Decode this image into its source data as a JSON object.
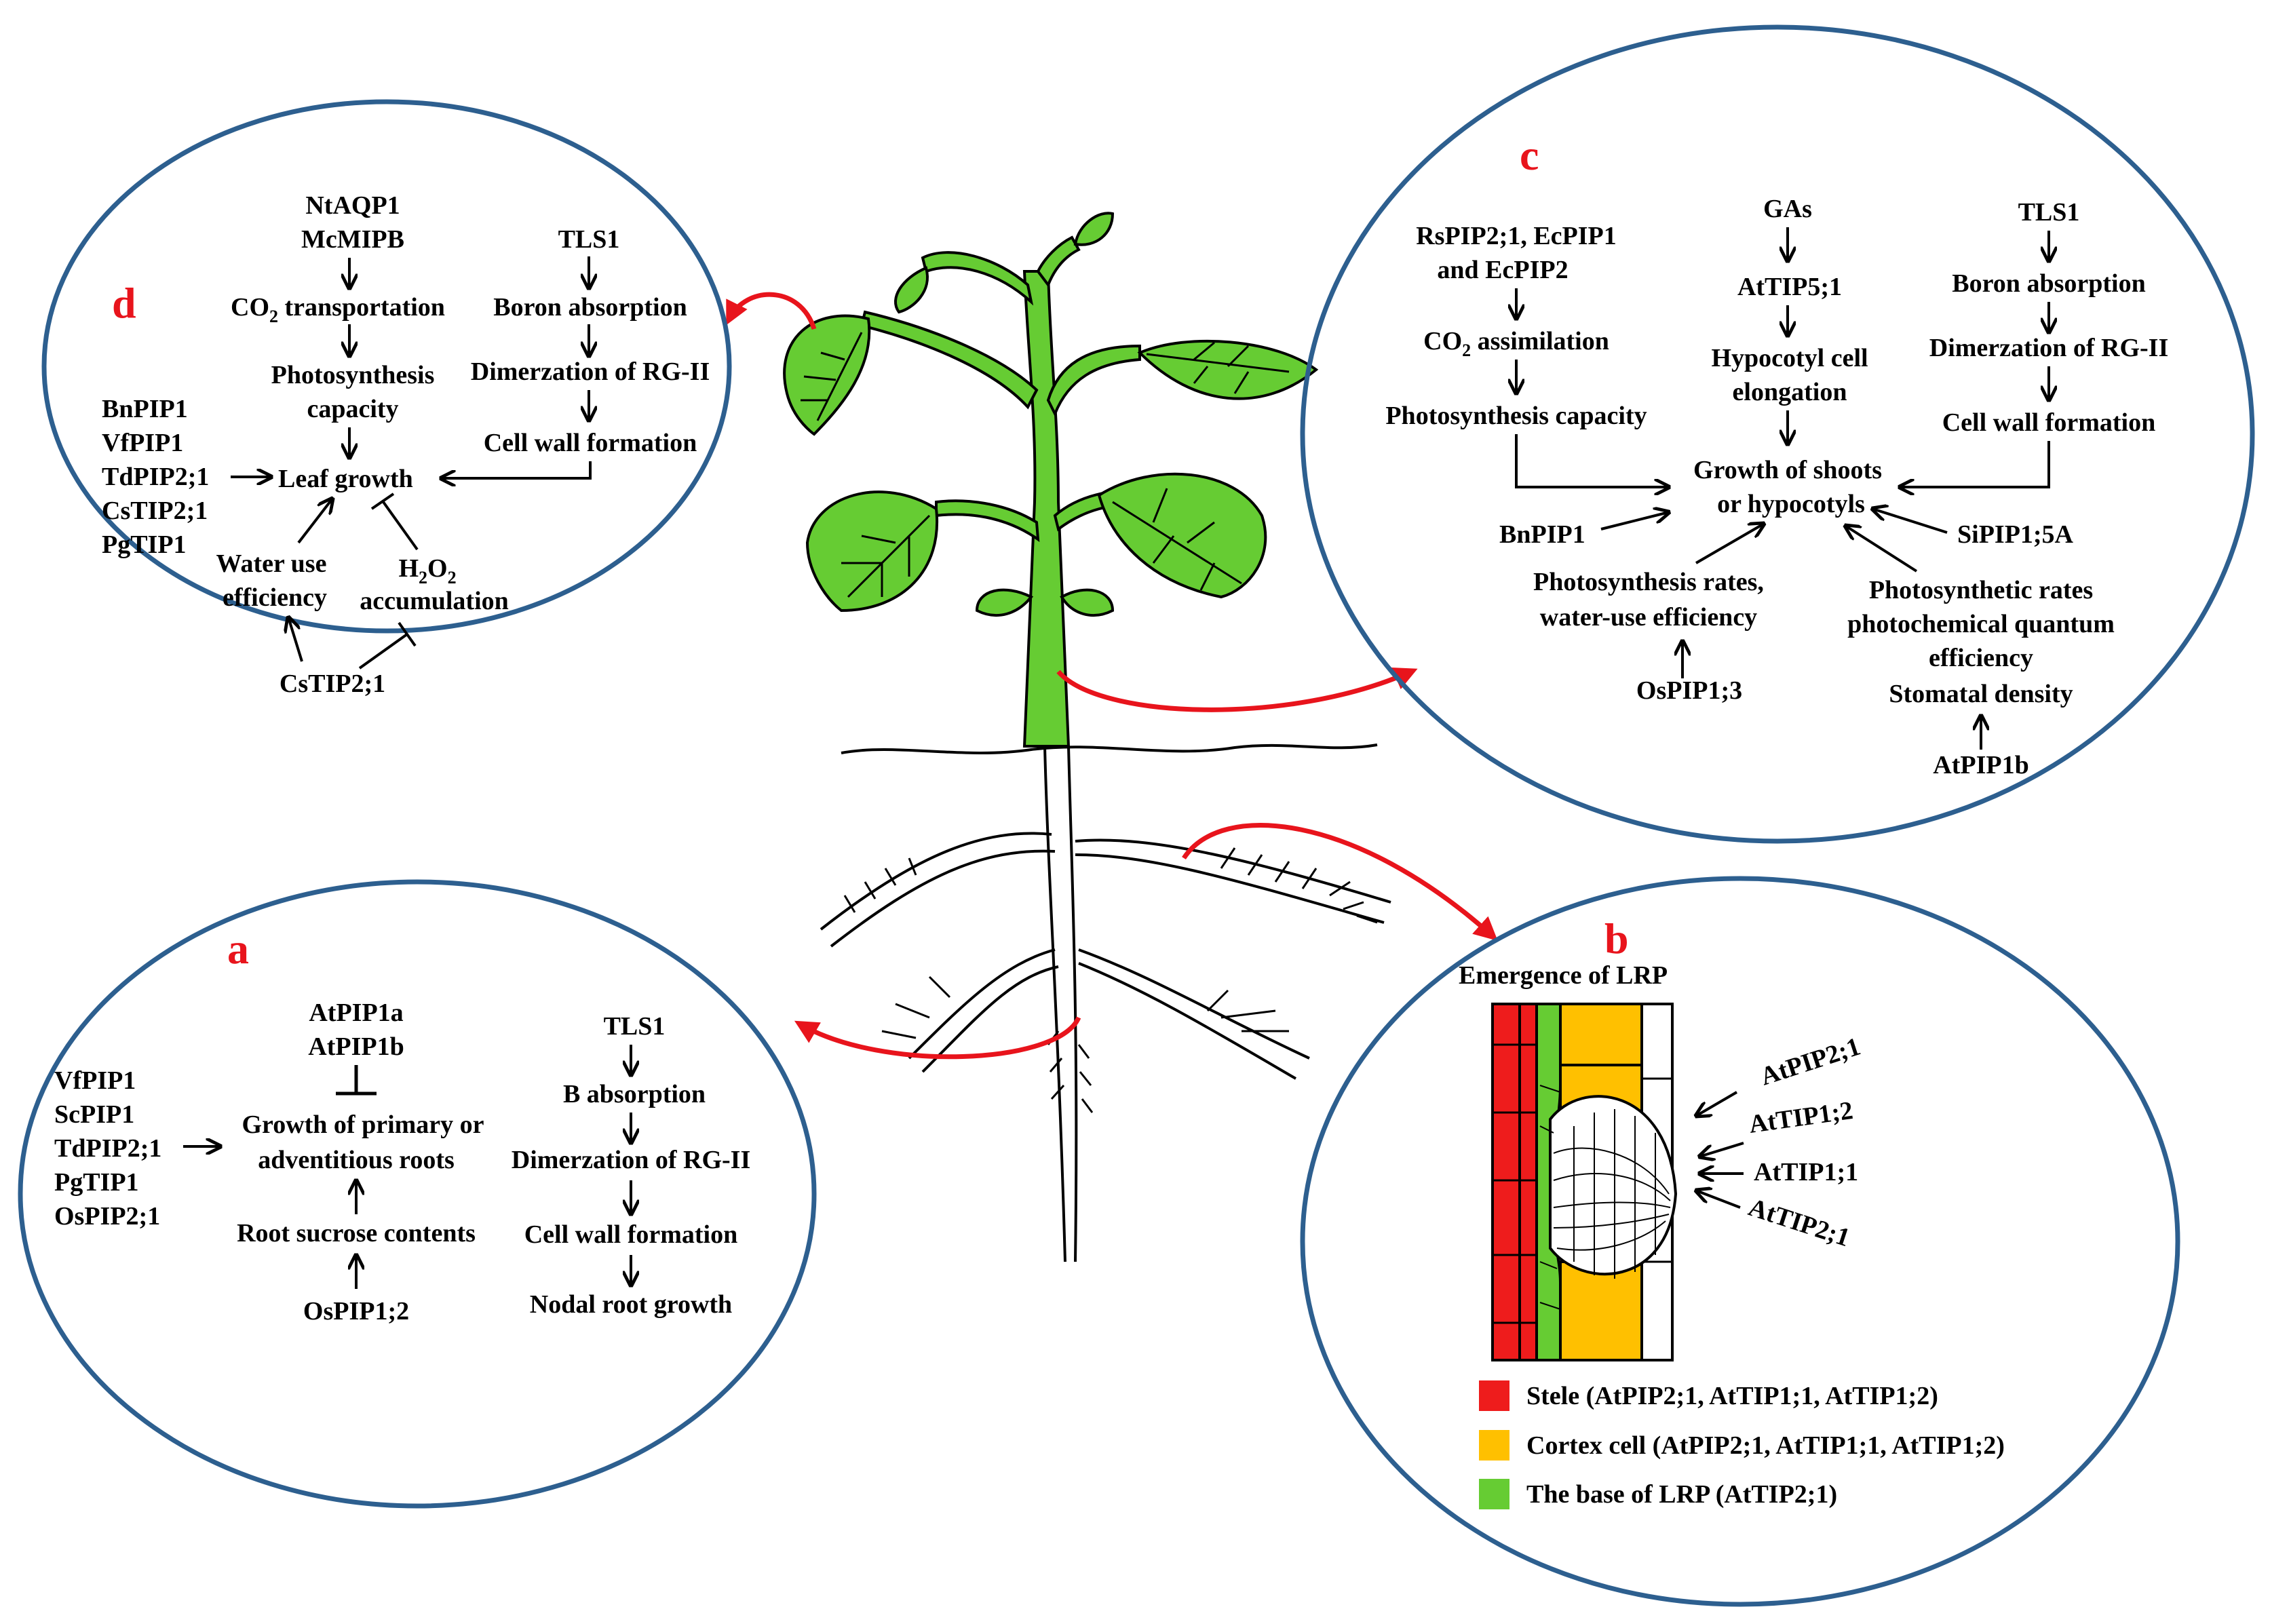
{
  "panels": {
    "a": {
      "letter": "a",
      "atpip1a": "AtPIP1a",
      "atpip1b": "AtPIP1b",
      "vfpip1": "VfPIP1",
      "scpip1": "ScPIP1",
      "tdpip21": "TdPIP2;1",
      "pgtip1": "PgTIP1",
      "ospip21": "OsPIP2;1",
      "growth_line1": "Growth of primary or",
      "growth_line2": "adventitious roots",
      "root_sucrose": "Root sucrose contents",
      "ospip12": "OsPIP1;2",
      "tls1": "TLS1",
      "b_absorption": "B absorption",
      "dimerzation": "Dimerzation of RG-II",
      "cell_wall": "Cell wall formation",
      "nodal_root": "Nodal root growth"
    },
    "b": {
      "letter": "b",
      "emergence": "Emergence of  LRP",
      "atpip21": "AtPIP2;1",
      "attip12": "AtTIP1;2",
      "attip11": "AtTIP1;1",
      "attip21": "AtTIP2;1",
      "legend": [
        {
          "label": "Stele (AtPIP2;1, AtTIP1;1, AtTIP1;2)",
          "color": "#ee1c1c"
        },
        {
          "label": "Cortex cell (AtPIP2;1, AtTIP1;1, AtTIP1;2)",
          "color": "#ffc000"
        },
        {
          "label": "The base of LRP (AtTIP2;1)",
          "color": "#66cc33"
        }
      ]
    },
    "c": {
      "letter": "c",
      "rspip": "RsPIP2;1,  EcPIP1",
      "ecpip2": "and EcPIP2",
      "co2_prefix": "CO",
      "co2_sub": "2",
      "co2_suffix": " assimilation",
      "photo_capacity": "Photosynthesis capacity",
      "gas": "GAs",
      "attip51": "AtTIP5;1",
      "hypo1": "Hypocotyl cell",
      "hypo2": "elongation",
      "tls1": "TLS1",
      "boron": "Boron absorption",
      "dimerzation": "Dimerzation of RG-II",
      "cell_wall": "Cell wall formation",
      "growth1": "Growth of shoots",
      "growth2": "or hypocotyls",
      "bnpip1": "BnPIP1",
      "sipip": "SiPIP1;5A",
      "photo_rates1": "Photosynthesis rates,",
      "photo_rates2": "water-use efficiency",
      "ospip13": "OsPIP1;3",
      "photo_syn1": "Photosynthetic rates",
      "photo_syn2": "photochemical quantum",
      "photo_syn3": "efficiency",
      "stomatal": "Stomatal density",
      "atpip1b": "AtPIP1b"
    },
    "d": {
      "letter": "d",
      "ntaqp1": "NtAQP1",
      "mcmipb": "McMIPB",
      "co2_prefix": "CO",
      "co2_sub": "2",
      "co2_suffix": " transportation",
      "photo1": "Photosynthesis",
      "photo2": "capacity",
      "tls1": "TLS1",
      "boron": "Boron absorption",
      "dimerzation": "Dimerzation of RG-II",
      "cell_wall": "Cell wall formation",
      "bnpip1": "BnPIP1",
      "vfpip1": "VfPIP1",
      "tdpip21": "TdPIP2;1",
      "cstip21": "CsTIP2;1",
      "pgtip1": "PgTIP1",
      "leaf_growth": "Leaf growth",
      "water1": "Water use",
      "water2": "efficiency",
      "h2o2_a": "H",
      "h2o2_s1": "2",
      "h2o2_b": "O",
      "h2o2_s2": "2",
      "accumulation": "accumulation",
      "cstip21_bottom": "CsTIP2;1"
    }
  },
  "colors": {
    "circle_stroke": "#2d5f8f",
    "arrow_red": "#e8141c",
    "leaf_green": "#66cc33",
    "stele_red": "#ee1c1c",
    "cortex_yellow": "#ffc000",
    "lrp_green": "#66cc33"
  }
}
